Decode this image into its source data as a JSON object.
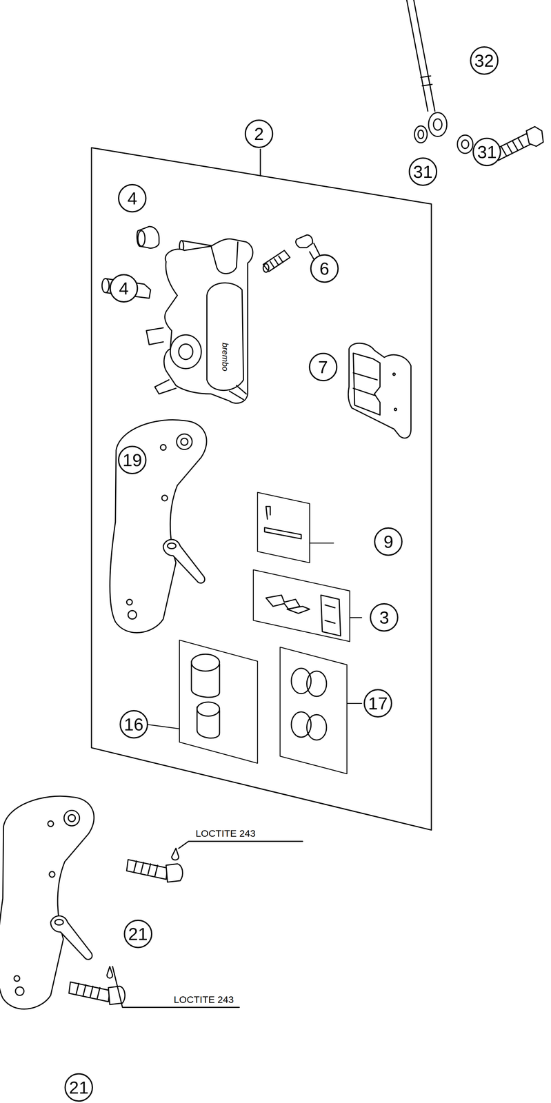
{
  "diagram": {
    "labels": [
      "32",
      "31",
      "31",
      "2",
      "4",
      "6",
      "4",
      "brembo",
      "7",
      "19",
      "9",
      "3",
      "16",
      "17",
      "LOCTITE 243",
      "21",
      "LOCTITE 243",
      "21"
    ]
  }
}
